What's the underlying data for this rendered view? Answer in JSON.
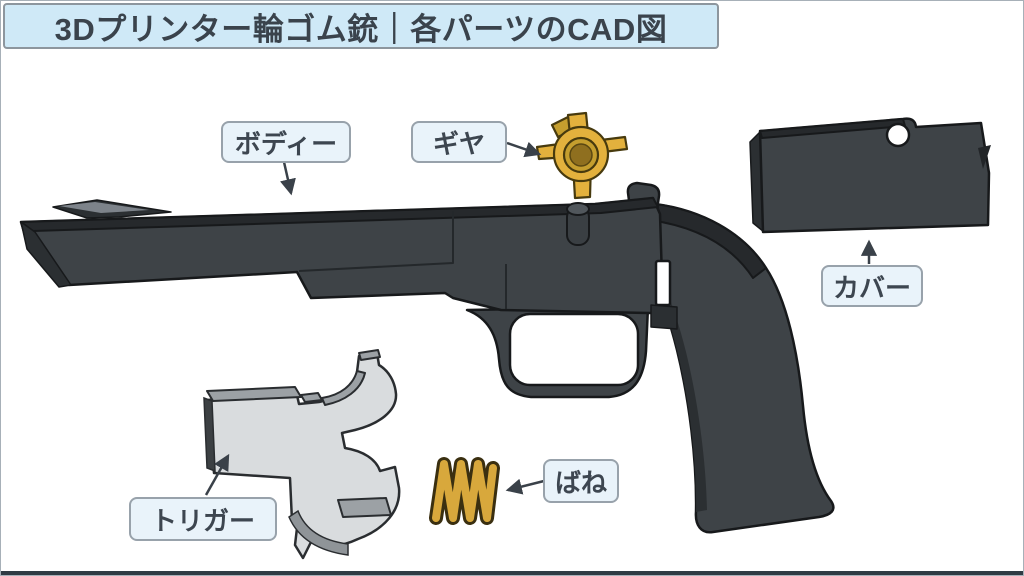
{
  "title": {
    "text": "3Dプリンター輪ゴム銃｜各パーツのCAD図"
  },
  "labels": {
    "body": {
      "text": "ボディー"
    },
    "gear": {
      "text": "ギヤ"
    },
    "cover": {
      "text": "カバー"
    },
    "trigger": {
      "text": "トリガー"
    },
    "spring": {
      "text": "ばね"
    }
  },
  "colors": {
    "title_bg": "#cfe9f7",
    "title_text": "#3a434c",
    "label_bg": "#e9f3fa",
    "label_border": "#98a2ab",
    "part_dark": "#3e4347",
    "part_dark_top": "#26292c",
    "part_light": "#d9dcde",
    "gold": "#e3b13d",
    "outline": "#17191b",
    "arrow": "#3a4149",
    "footer_bar": "#2f3b44"
  }
}
